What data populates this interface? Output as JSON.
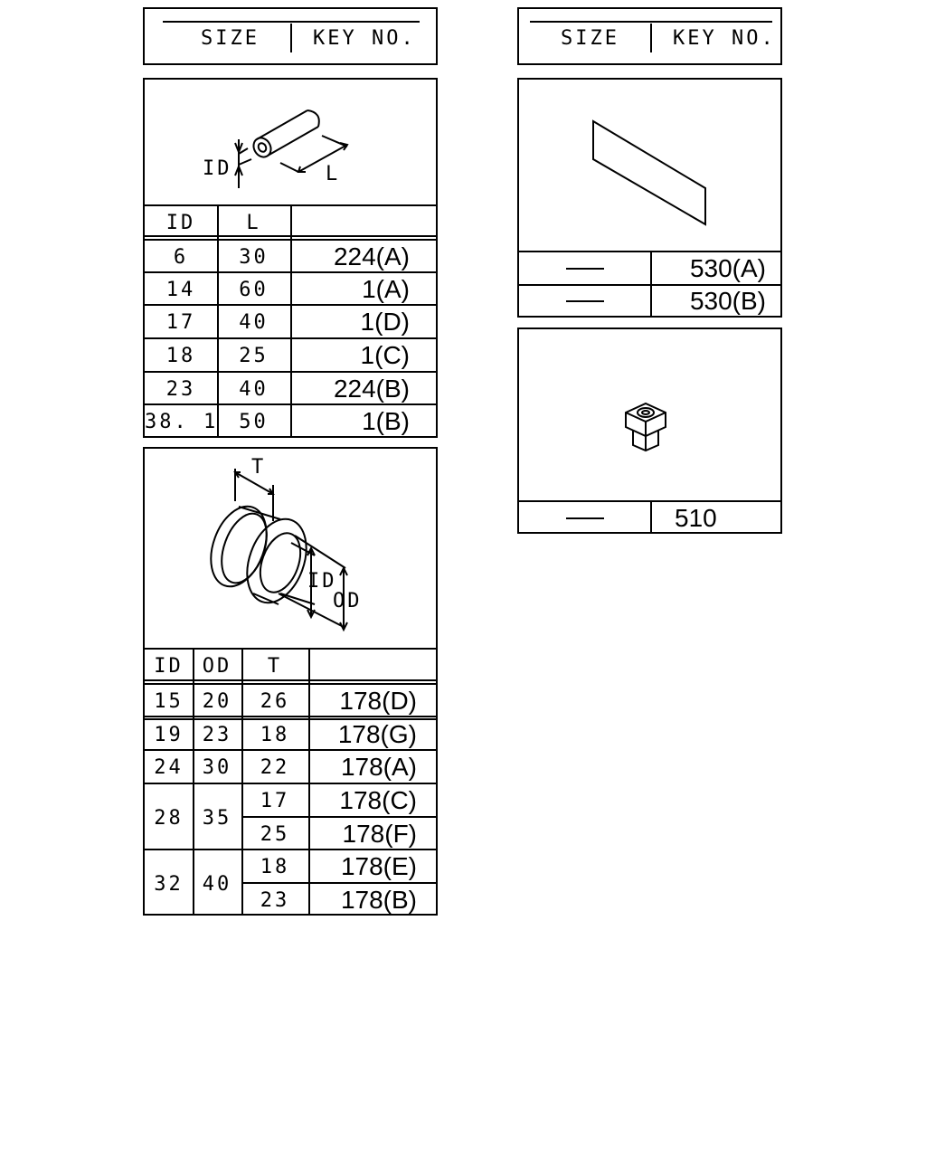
{
  "header_left": {
    "size_label": "SIZE",
    "key_label": "KEY NO."
  },
  "header_right": {
    "size_label": "SIZE",
    "key_label": "KEY NO."
  },
  "pipe_table": {
    "diagram_labels": {
      "id": "ID",
      "l": "L"
    },
    "columns": [
      "ID",
      "L"
    ],
    "rows": [
      {
        "id": "6",
        "l": "30",
        "key": "224(A)"
      },
      {
        "id": "14",
        "l": "60",
        "key": "1(A)"
      },
      {
        "id": "17",
        "l": "40",
        "key": "1(D)"
      },
      {
        "id": "18",
        "l": "25",
        "key": "1(C)"
      },
      {
        "id": "23",
        "l": "40",
        "key": "224(B)"
      },
      {
        "id": "38. 1",
        "l": "50",
        "key": "1(B)"
      }
    ]
  },
  "grommet_table": {
    "diagram_labels": {
      "t": "T",
      "id": "ID",
      "od": "OD"
    },
    "columns": [
      "ID",
      "OD",
      "T"
    ],
    "rows": [
      {
        "id": "15",
        "od": "20",
        "t": "26",
        "key": "178(D)"
      },
      {
        "id": "19",
        "od": "23",
        "t": "18",
        "key": "178(G)"
      },
      {
        "id": "24",
        "od": "30",
        "t": "22",
        "key": "178(A)"
      },
      {
        "id": "28",
        "od": "35",
        "t": "17",
        "key": "178(C)"
      },
      {
        "id": "",
        "od": "",
        "t": "25",
        "key": "178(F)"
      },
      {
        "id": "32",
        "od": "40",
        "t": "18",
        "key": "178(E)"
      },
      {
        "id": "",
        "od": "",
        "t": "23",
        "key": "178(B)"
      }
    ]
  },
  "sheet_table": {
    "rows": [
      {
        "size": "—",
        "key": "530(A)"
      },
      {
        "size": "—",
        "key": "530(B)"
      }
    ]
  },
  "clip_table": {
    "rows": [
      {
        "size": "—",
        "key": "510"
      }
    ]
  }
}
